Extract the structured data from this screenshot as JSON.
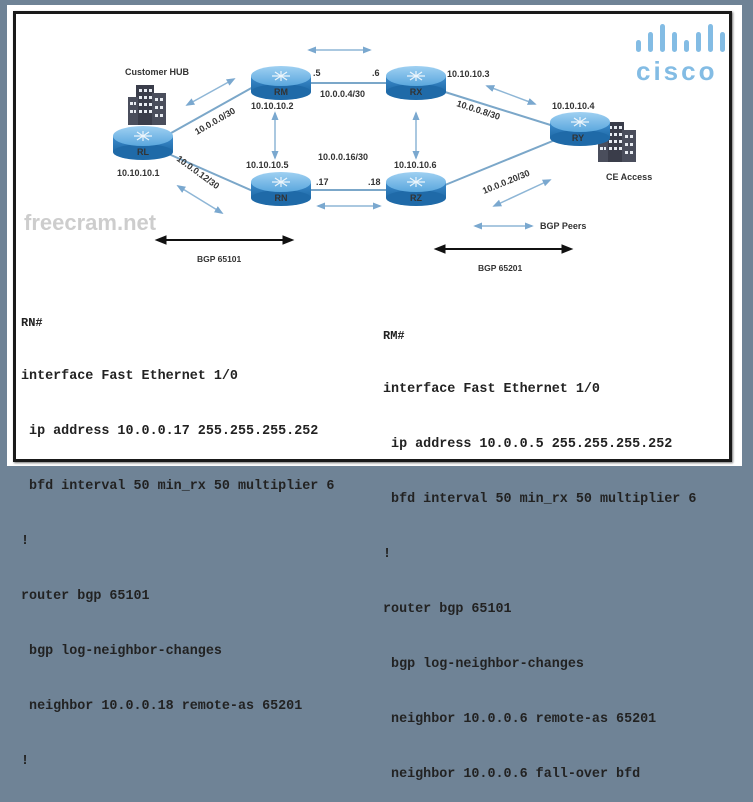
{
  "diagram": {
    "routers": [
      {
        "name": "RL",
        "loopback": "10.10.10.1"
      },
      {
        "name": "RM",
        "loopback": "10.10.10.2"
      },
      {
        "name": "RX",
        "loopback": "10.10.10.3"
      },
      {
        "name": "RY",
        "loopback": "10.10.10.4"
      },
      {
        "name": "RN",
        "loopback": "10.10.10.5"
      },
      {
        "name": "RZ",
        "loopback": "10.10.10.6"
      }
    ],
    "links": {
      "rl_rm": "10.0.0.0/30",
      "rl_rn": "10.0.0.12/30",
      "rm_rx": "10.0.0.4/30",
      "rx_ry": "10.0.0.8/30",
      "rn_rz": "10.0.0.16/30",
      "rz_ry": "10.0.0.20/30"
    },
    "interface_labels": {
      "rm_side": ".5",
      "rx_side": ".6",
      "rn_side": ".17",
      "rz_side": ".18"
    },
    "sites": {
      "hub": "Customer HUB",
      "ce": "CE Access"
    },
    "bgp_peers_label": "BGP Peers",
    "as_left": "BGP 65101",
    "as_right": "BGP 65201",
    "colors": {
      "router_fill": "#3f8fcf",
      "link": "#7ba7c9",
      "arrow": "#8eb6d6",
      "frame_bg": "#6f8396"
    }
  },
  "config_rn": {
    "prompt": "RN#",
    "lines": [
      "interface Fast Ethernet 1/0",
      " ip address 10.0.0.17 255.255.255.252",
      " bfd interval 50 min_rx 50 multiplier 6",
      "!",
      "router bgp 65101",
      " bgp log-neighbor-changes",
      " neighbor 10.0.0.18 remote-as 65201",
      "!"
    ]
  },
  "config_rm": {
    "prompt": "RM#",
    "lines": [
      "interface Fast Ethernet 1/0",
      " ip address 10.0.0.5 255.255.255.252",
      " bfd interval 50 min_rx 50 multiplier 6",
      "!",
      "router bgp 65101",
      " bgp log-neighbor-changes",
      " neighbor 10.0.0.6 remote-as 65201",
      " neighbor 10.0.0.6 fall-over bfd"
    ]
  },
  "watermarks": {
    "site": "freecram.net",
    "logo": "cisco"
  }
}
